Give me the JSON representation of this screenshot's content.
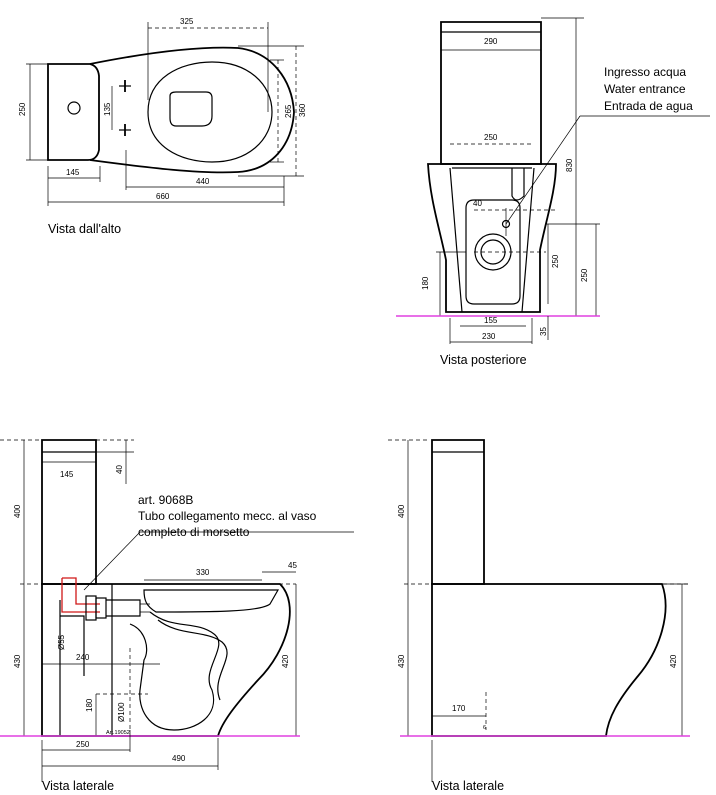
{
  "views": {
    "top": {
      "title": "Vista dall'alto",
      "dims": {
        "d325": "325",
        "d250": "250",
        "d135": "135",
        "d265": "265",
        "d360": "360",
        "d145": "145",
        "d440": "440",
        "d660": "660"
      }
    },
    "rear": {
      "title": "Vista posteriore",
      "dims": {
        "d290": "290",
        "d830": "830",
        "d250a": "250",
        "d40": "40",
        "d250b": "250",
        "d250c": "250",
        "d180": "180",
        "d155": "155",
        "d230": "230",
        "d35": "35"
      },
      "water_entrance": [
        "Ingresso acqua",
        "Water entrance",
        "Entrada de agua"
      ]
    },
    "side_left": {
      "title": "Vista laterale",
      "dims": {
        "d145": "145",
        "d40": "40",
        "d400": "400",
        "d330": "330",
        "d45": "45",
        "d55": "Ø55",
        "d430": "430",
        "d240": "240",
        "d420": "420",
        "d180": "180",
        "d100": "Ø100",
        "d250": "250",
        "d490": "490"
      },
      "article_note": [
        "art. 9068B",
        "Tubo collegamento mecc. al vaso",
        "completo di morsetto"
      ],
      "article_tag": "Art.19052"
    },
    "side_right": {
      "title": "Vista laterale",
      "dims": {
        "d400": "400",
        "d430": "430",
        "d420": "420",
        "d170": "170",
        "d6": "6"
      }
    }
  },
  "colors": {
    "floor": "#e040e0",
    "connector": "#d01818",
    "line": "#000000"
  }
}
